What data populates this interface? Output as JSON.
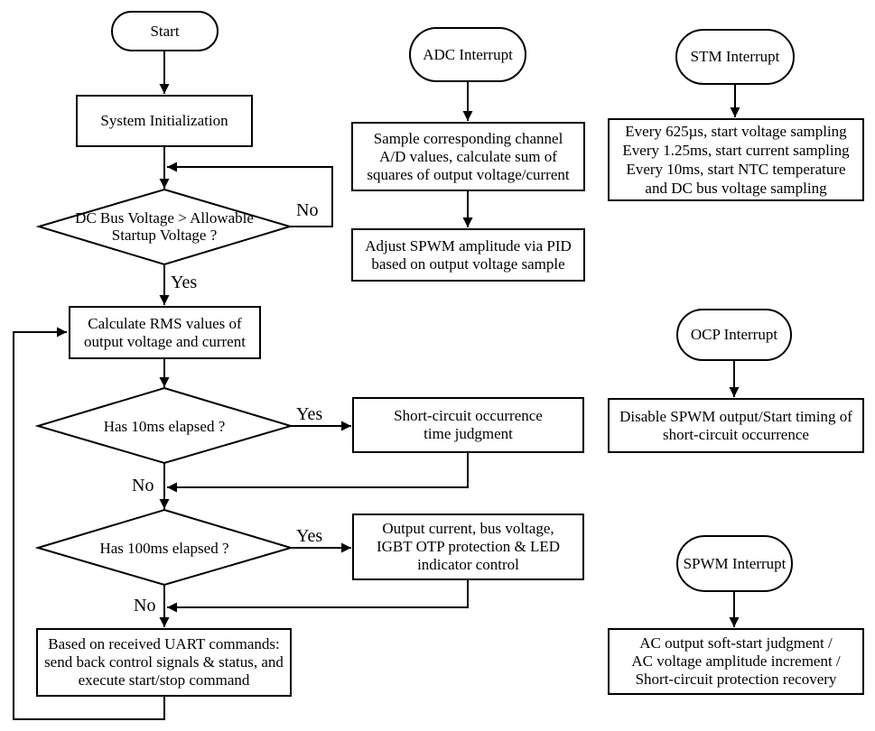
{
  "diagram": {
    "colors": {
      "stroke": "#000000",
      "background": "#ffffff",
      "text": "#000000"
    },
    "edge_labels": {
      "yes": "Yes",
      "no": "No"
    },
    "main_flow": {
      "start": "Start",
      "system_init": "System Initialization",
      "dc_bus_decision": {
        "lines": [
          "DC Bus Voltage > Allowable",
          "Startup Voltage ?"
        ]
      },
      "calc_rms": {
        "lines": [
          "Calculate RMS values of",
          "output voltage and current"
        ]
      },
      "elapsed_10ms_decision": "Has 10ms elapsed ?",
      "short_circuit_judgment": {
        "lines": [
          "Short-circuit occurrence",
          "time judgment"
        ]
      },
      "elapsed_100ms_decision": "Has 100ms elapsed ?",
      "protection_led_control": {
        "lines": [
          "Output current, bus voltage,",
          "IGBT OTP protection & LED",
          "indicator control"
        ]
      },
      "uart_commands": {
        "lines": [
          "Based on received UART commands:",
          "send back control signals & status, and",
          "execute start/stop command"
        ]
      }
    },
    "adc_interrupt": {
      "title": "ADC Interrupt",
      "sample_box": {
        "lines": [
          "Sample corresponding channel",
          "A/D values, calculate sum of",
          "squares of output voltage/current"
        ]
      },
      "adjust_box": {
        "lines": [
          "Adjust SPWM amplitude via PID",
          "based on output voltage sample"
        ]
      }
    },
    "stm_interrupt": {
      "title": "STM Interrupt",
      "body": {
        "lines": [
          "Every 625µs, start voltage sampling",
          "Every 1.25ms, start current sampling",
          "Every 10ms, start NTC temperature",
          "and DC bus voltage sampling"
        ]
      }
    },
    "ocp_interrupt": {
      "title": "OCP Interrupt",
      "body": {
        "lines": [
          "Disable SPWM output/Start timing of",
          "short-circuit occurrence"
        ]
      }
    },
    "spwm_interrupt": {
      "title": "SPWM Interrupt",
      "body": {
        "lines": [
          "AC output soft-start judgment /",
          "AC voltage amplitude increment /",
          "Short-circuit protection recovery"
        ]
      }
    }
  }
}
